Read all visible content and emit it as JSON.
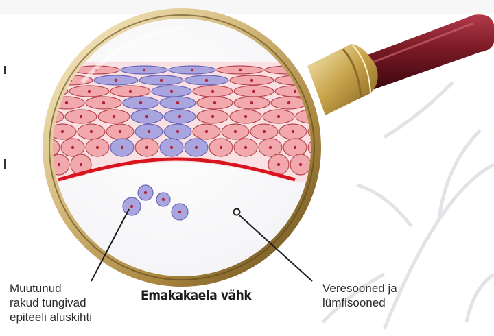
{
  "title": "Emakakaela vähk",
  "labels": {
    "cells": [
      "Muutunud",
      "rakud tungivad",
      "epiteeli aluskihti"
    ],
    "vessels": [
      "Veresooned ja",
      "lümfisooned"
    ]
  },
  "colors": {
    "normal_cell": "#f2a9ad",
    "normal_cell_outline": "#b6454c",
    "changed_cell": "#a8a5df",
    "changed_cell_outline": "#6a64b8",
    "nucleus": "#b3243a",
    "basement_membrane": "#d8141f",
    "lens_rim": "#c9b37a",
    "handle": "#6e1420"
  },
  "icons": [
    "magnifying-glass-icon"
  ]
}
